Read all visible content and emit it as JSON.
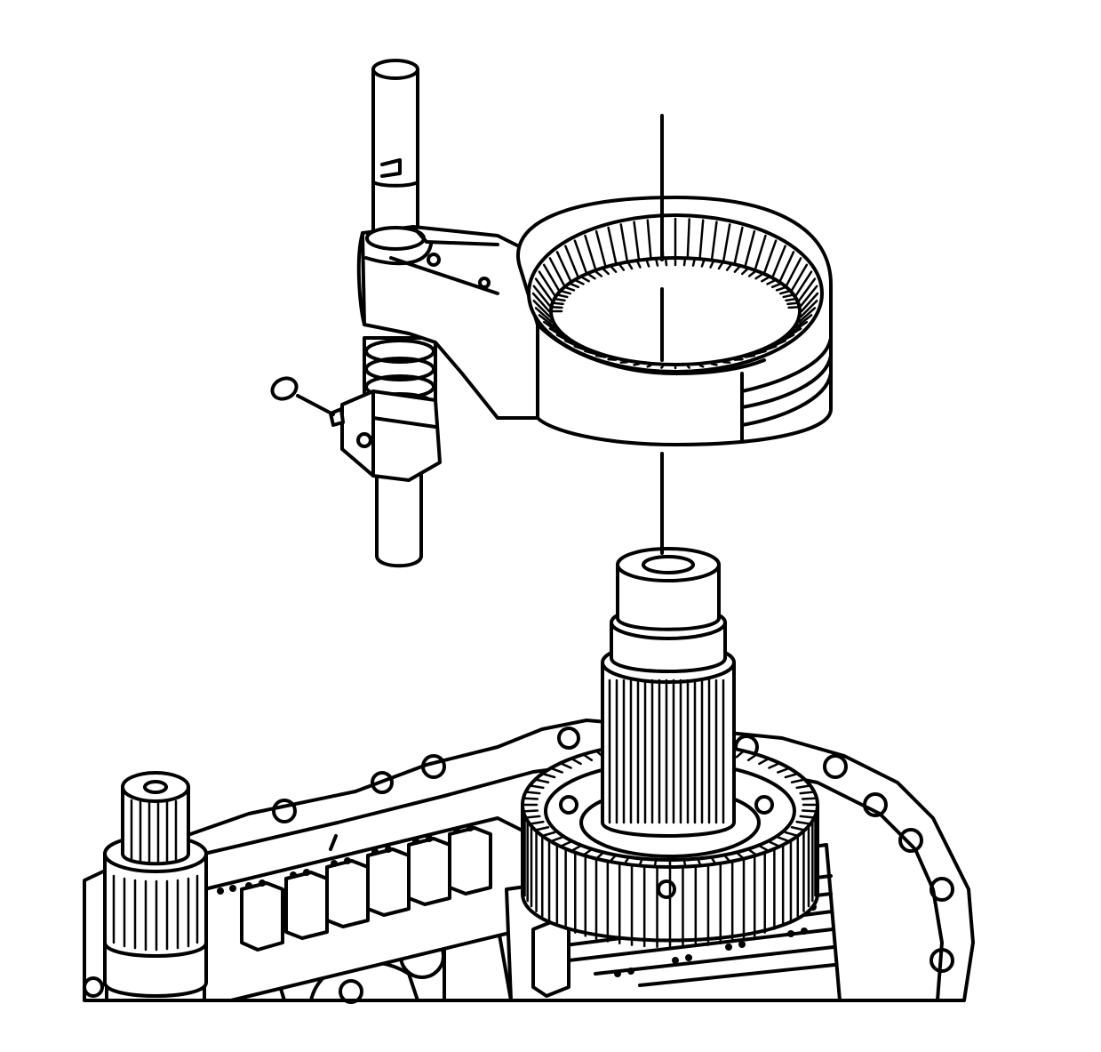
{
  "figure": {
    "style": "black-and-white service manual line drawing",
    "stroke_color": "#000000",
    "background_color": "#ffffff",
    "parts": [
      "shift-rail",
      "shift-fork-with-internal-ring-gear",
      "retaining-pin",
      "output-shaft",
      "transmission-case"
    ]
  }
}
